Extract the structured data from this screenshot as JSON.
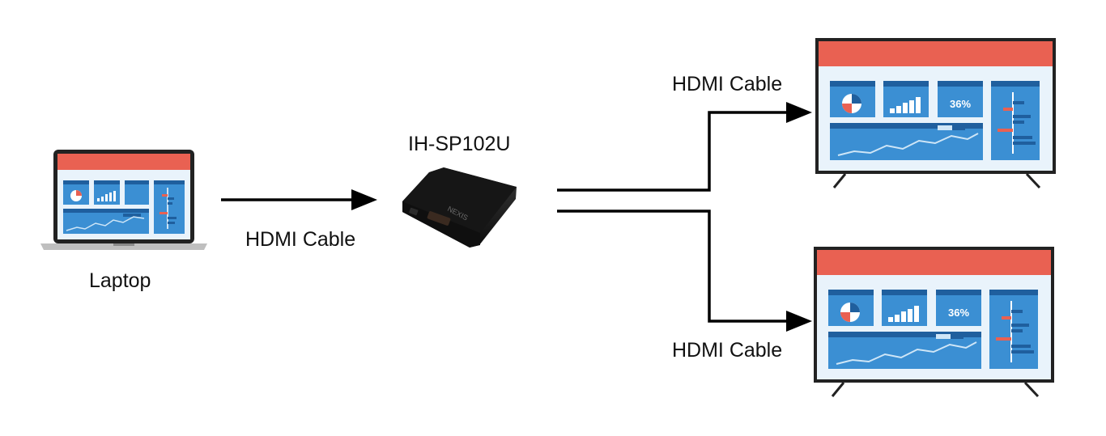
{
  "labels": {
    "laptop": "Laptop",
    "device": "IH-SP102U",
    "cable_laptop": "HDMI Cable",
    "cable_top_tv": "HDMI Cable",
    "cable_bottom_tv": "HDMI Cable"
  },
  "device_brand": "NEXIS",
  "tv_top": {
    "percent": "36%"
  },
  "tv_bottom": {
    "percent": "36%"
  },
  "colors": {
    "screen_bg": "#e9f3fb",
    "header_red": "#e96152",
    "card_blue": "#3b8fd3",
    "bar_dark_blue": "#1f5f9e",
    "accent_red": "#e96152",
    "frame_dark": "#222222",
    "device_black": "#1a1a1a",
    "line": "#000000"
  },
  "icons": [
    "laptop-icon",
    "hdmi-splitter-device-icon",
    "tv-icon",
    "pie-chart-icon",
    "bar-chart-icon",
    "line-chart-icon"
  ]
}
